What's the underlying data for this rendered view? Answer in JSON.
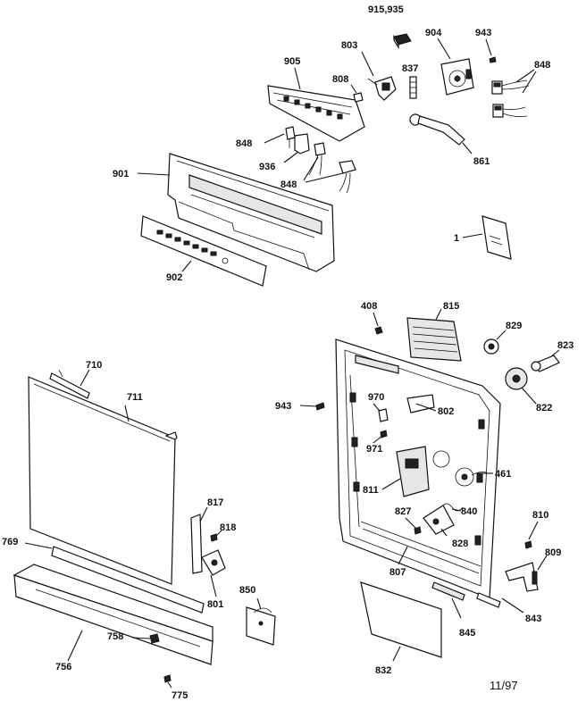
{
  "labels": {
    "l915": "915,935",
    "l904": "904",
    "l943a": "943",
    "l803": "803",
    "l905": "905",
    "l808": "808",
    "l837": "837",
    "l848a": "848",
    "l848b": "848",
    "l936": "936",
    "l848c": "848",
    "l861": "861",
    "l901": "901",
    "l1": "1",
    "l902": "902",
    "l408": "408",
    "l815": "815",
    "l829": "829",
    "l823": "823",
    "l710": "710",
    "l711": "711",
    "l943b": "943",
    "l970": "970",
    "l802": "802",
    "l822": "822",
    "l971": "971",
    "l461": "461",
    "l811": "811",
    "l817": "817",
    "l818": "818",
    "l827": "827",
    "l840": "840",
    "l810": "810",
    "l769": "769",
    "l828": "828",
    "l809": "809",
    "l801": "801",
    "l807": "807",
    "l850": "850",
    "l843": "843",
    "l758": "758",
    "l845": "845",
    "l756": "756",
    "l832": "832",
    "l775": "775"
  },
  "date_code": "11/97"
}
